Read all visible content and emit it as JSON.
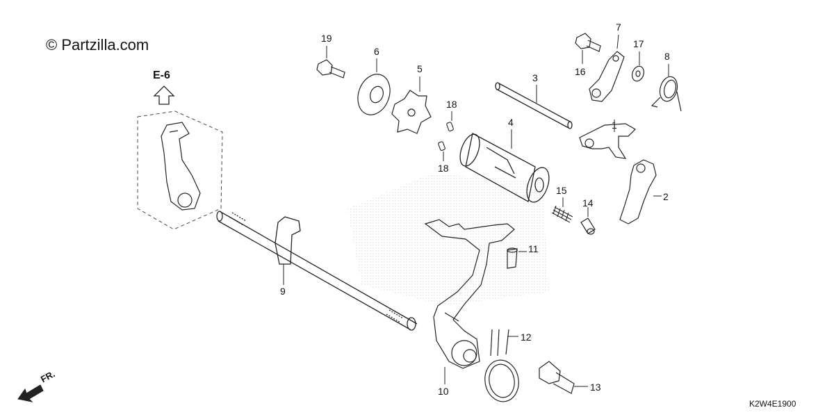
{
  "watermark": "© Partzilla.com",
  "reference_label": "E-6",
  "direction_label": "FR.",
  "diagram_code": "K2W4E1900",
  "callouts": [
    "1",
    "2",
    "3",
    "4",
    "5",
    "6",
    "7",
    "8",
    "9",
    "10",
    "11",
    "12",
    "13",
    "14",
    "15",
    "16",
    "17",
    "18",
    "18",
    "19"
  ]
}
